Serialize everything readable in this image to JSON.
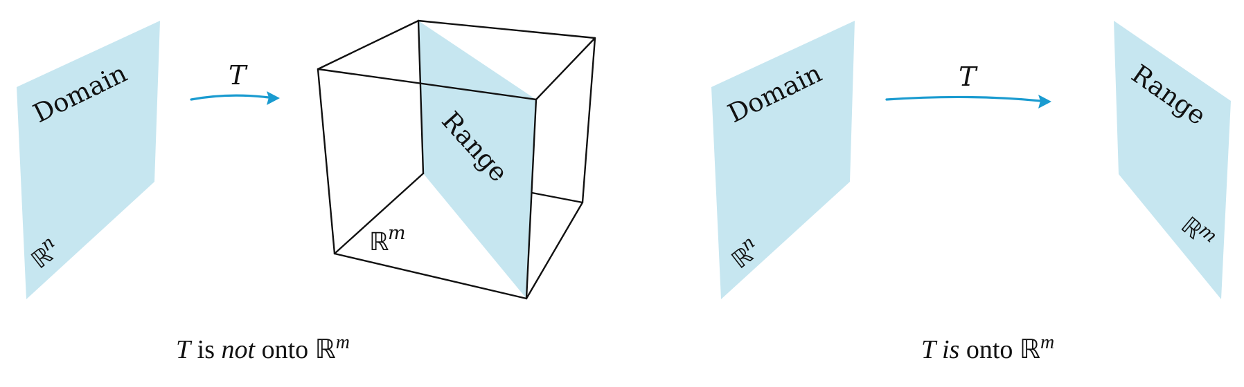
{
  "figure": {
    "left": {
      "domain_label": "Domain",
      "domain_space": "ℝ",
      "domain_exp": "n",
      "map_label": "T",
      "range_label": "Range",
      "codomain_space": "ℝ",
      "codomain_exp": "m",
      "caption": {
        "t": "T",
        "is": " is ",
        "emph": "not",
        "rest": " onto ",
        "space": "ℝ",
        "exp": "m"
      }
    },
    "right": {
      "domain_label": "Domain",
      "domain_space": "ℝ",
      "domain_exp": "n",
      "map_label": "T",
      "range_label": "Range",
      "range_space": "ℝ",
      "range_exp": "m",
      "caption": {
        "t": "T",
        "emph": " is",
        "rest": " onto ",
        "space": "ℝ",
        "exp": "m"
      }
    },
    "colors": {
      "plane": "#c6e6f0",
      "arrow": "#1a9bd0",
      "ink": "#111111"
    }
  }
}
